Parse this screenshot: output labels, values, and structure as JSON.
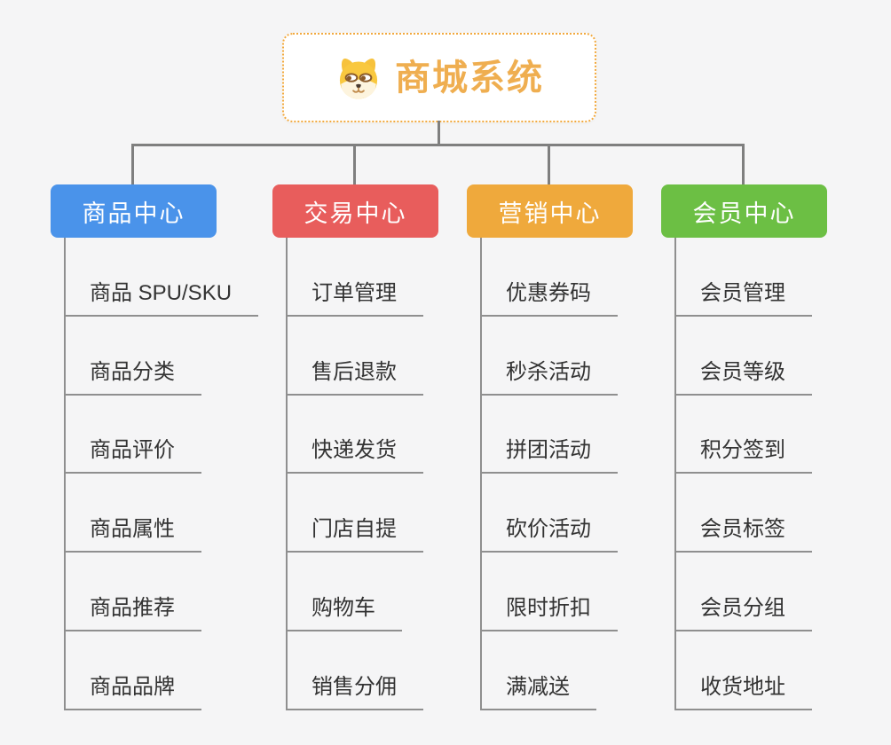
{
  "page": {
    "background_color": "#f5f5f6",
    "connector_color": "#7f7f7f",
    "leaf_line_color": "#8f8f8f",
    "leaf_text_color": "#333333"
  },
  "root": {
    "title": "商城系统",
    "title_color": "#efae50",
    "border_color": "#f2a93e",
    "icon": "dog-icon"
  },
  "branches": [
    {
      "label": "商品中心",
      "color": "#4a93ea",
      "children": [
        "商品 SPU/SKU",
        "商品分类",
        "商品评价",
        "商品属性",
        "商品推荐",
        "商品品牌"
      ]
    },
    {
      "label": "交易中心",
      "color": "#e85d5c",
      "children": [
        "订单管理",
        "售后退款",
        "快递发货",
        "门店自提",
        "购物车",
        "销售分佣"
      ]
    },
    {
      "label": "营销中心",
      "color": "#efa93c",
      "children": [
        "优惠券码",
        "秒杀活动",
        "拼团活动",
        "砍价活动",
        "限时折扣",
        "满减送"
      ]
    },
    {
      "label": "会员中心",
      "color": "#6cbf44",
      "children": [
        "会员管理",
        "会员等级",
        "积分签到",
        "会员标签",
        "会员分组",
        "收货地址"
      ]
    }
  ]
}
